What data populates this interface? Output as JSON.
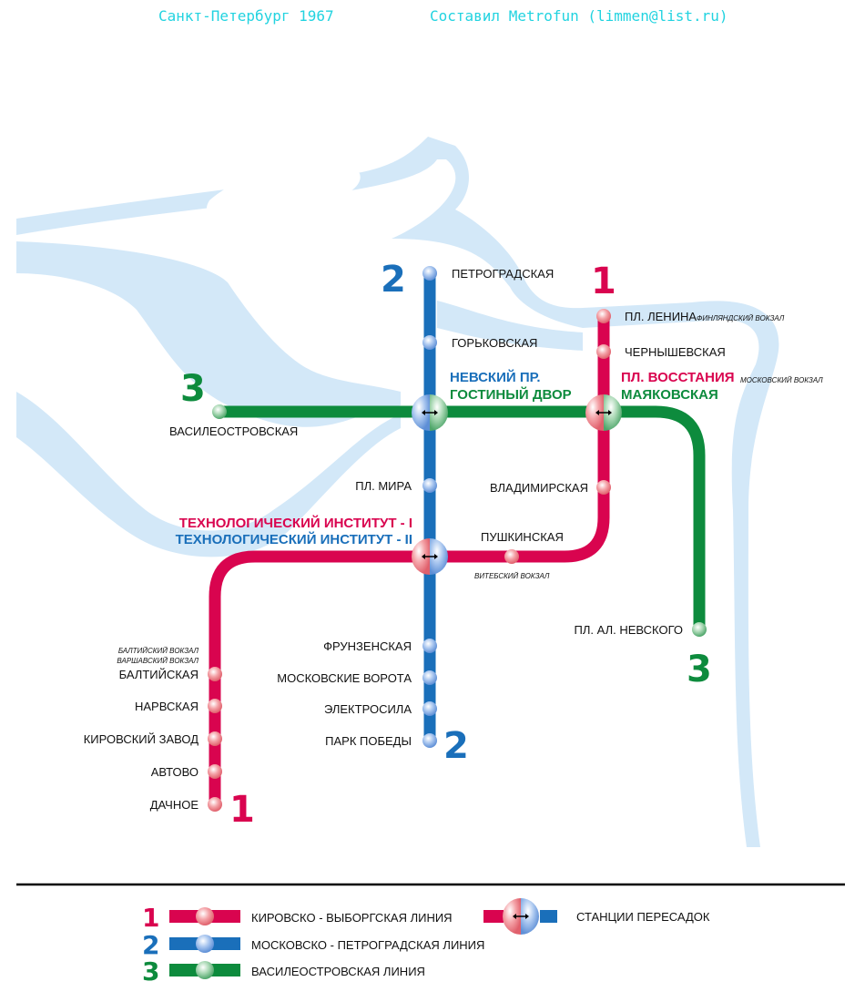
{
  "header": {
    "title": "Санкт-Петербург 1967",
    "author": "Составил Metrofun (limmen@list.ru)"
  },
  "colors": {
    "line1": "#d9044f",
    "line2": "#1a6fba",
    "line3": "#0d8b3d",
    "water": "#d3e8f8",
    "header_text": "#22d3e0"
  },
  "lines": {
    "line1": {
      "number": "1",
      "name": "КИРОВСКО - ВЫБОРГСКАЯ ЛИНИЯ"
    },
    "line2": {
      "number": "2",
      "name": "МОСКОВСКО - ПЕТРОГРАДСКАЯ ЛИНИЯ"
    },
    "line3": {
      "number": "3",
      "name": "ВАСИЛЕОСТРОВСКАЯ ЛИНИЯ"
    }
  },
  "stations": {
    "petrogradskaya": "ПЕТРОГРАДСКАЯ",
    "gorkovskaya": "ГОРЬКОВСКАЯ",
    "nevsky": "НЕВСКИЙ ПР.",
    "gostiny": "ГОСТИНЫЙ ДВОР",
    "pl_mira": "ПЛ. МИРА",
    "tech1": "ТЕХНОЛОГИЧЕСКИЙ ИНСТИТУТ - I",
    "tech2": "ТЕХНОЛОГИЧЕСКИЙ ИНСТИТУТ - II",
    "frunzenskaya": "ФРУНЗЕНСКАЯ",
    "mosk_vorota": "МОСКОВСКИЕ ВОРОТА",
    "elektrosila": "ЭЛЕКТРОСИЛА",
    "park_pobedy": "ПАРК ПОБЕДЫ",
    "pl_lenina": "ПЛ. ЛЕНИНА",
    "chernyshevskaya": "ЧЕРНЫШЕВСКАЯ",
    "vosstaniya": "ПЛ. ВОССТАНИЯ",
    "mayakovskaya": "МАЯКОВСКАЯ",
    "vladimirskaya": "ВЛАДИМИРСКАЯ",
    "pushkinskaya": "ПУШКИНСКАЯ",
    "baltiyskaya": "БАЛТИЙСКАЯ",
    "narvskaya": "НАРВСКАЯ",
    "kirovsky": "КИРОВСКИЙ ЗАВОД",
    "avtovo": "АВТОВО",
    "dachnoe": "ДАЧНОЕ",
    "vasileostrovskaya": "ВАСИЛЕОСТРОВСКАЯ",
    "al_nevskogo": "ПЛ. АЛ. НЕВСКОГО"
  },
  "stations_notes": {
    "finlyandsky": "ФИНЛЯНДСКИЙ ВОКЗАЛ",
    "moskovsky": "МОСКОВСКИЙ ВОКЗАЛ",
    "vitebsky": "ВИТЕБСКИЙ ВОКЗАЛ",
    "baltiysky": "БАЛТИЙСКИЙ ВОКЗАЛ",
    "varshavsky": "ВАРШАВСКИЙ ВОКЗАЛ"
  },
  "legend": {
    "transfer_label": "СТАНЦИИ ПЕРЕСАДОК"
  }
}
